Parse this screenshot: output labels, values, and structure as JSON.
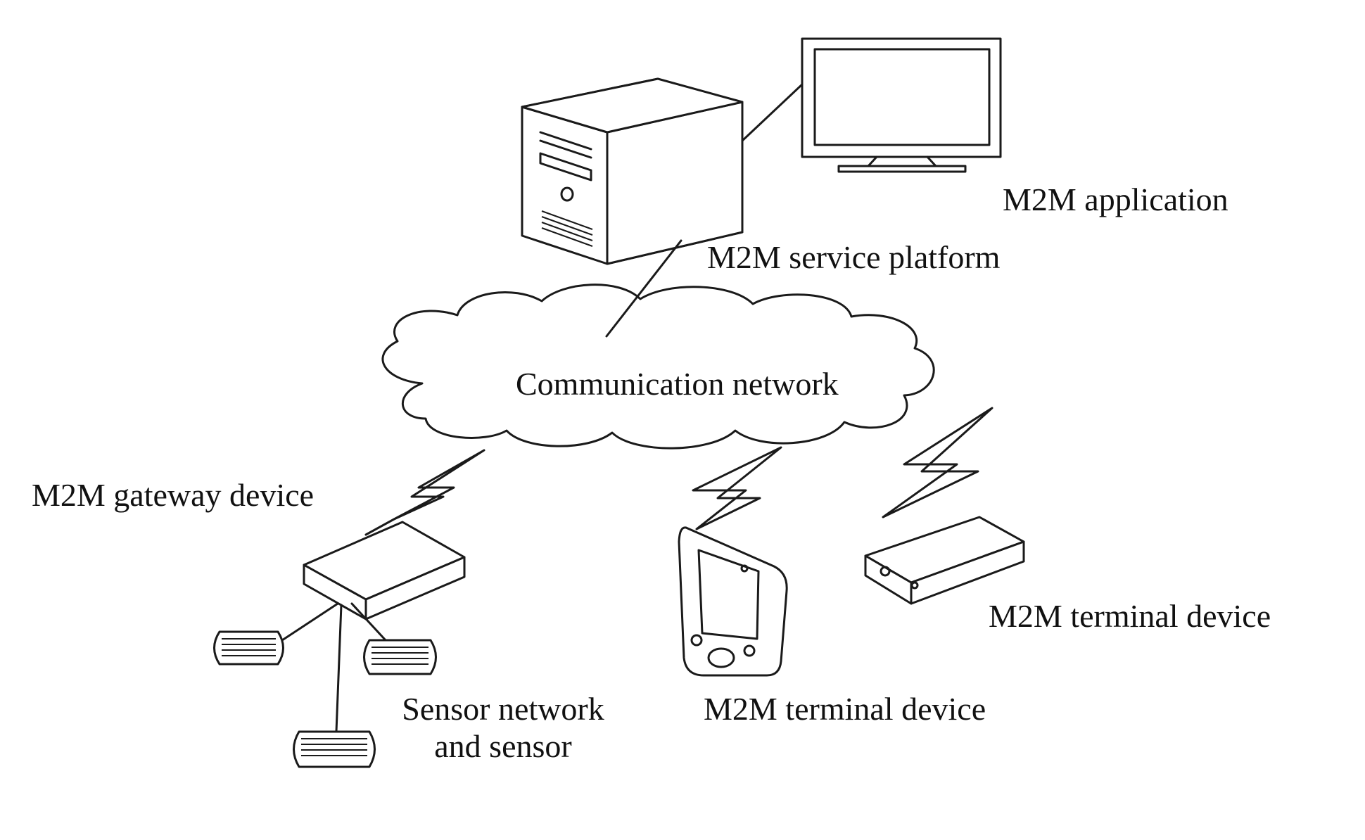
{
  "labels": {
    "m2m_application": "M2M application",
    "m2m_service_platform": "M2M service platform",
    "communication_network": "Communication network",
    "m2m_gateway_device": "M2M gateway device",
    "sensor_network_line1": "Sensor network",
    "sensor_network_line2": "and sensor",
    "m2m_terminal_device_handheld": "M2M terminal device",
    "m2m_terminal_device_box": "M2M terminal device"
  },
  "icons": [
    "monitor-icon",
    "server-tower-icon",
    "cloud-icon",
    "gateway-box-icon",
    "sensor-icon",
    "handheld-device-icon",
    "terminal-box-icon",
    "wireless-link-icon"
  ],
  "colors": {
    "line": "#1a1a1a",
    "background": "#ffffff"
  }
}
